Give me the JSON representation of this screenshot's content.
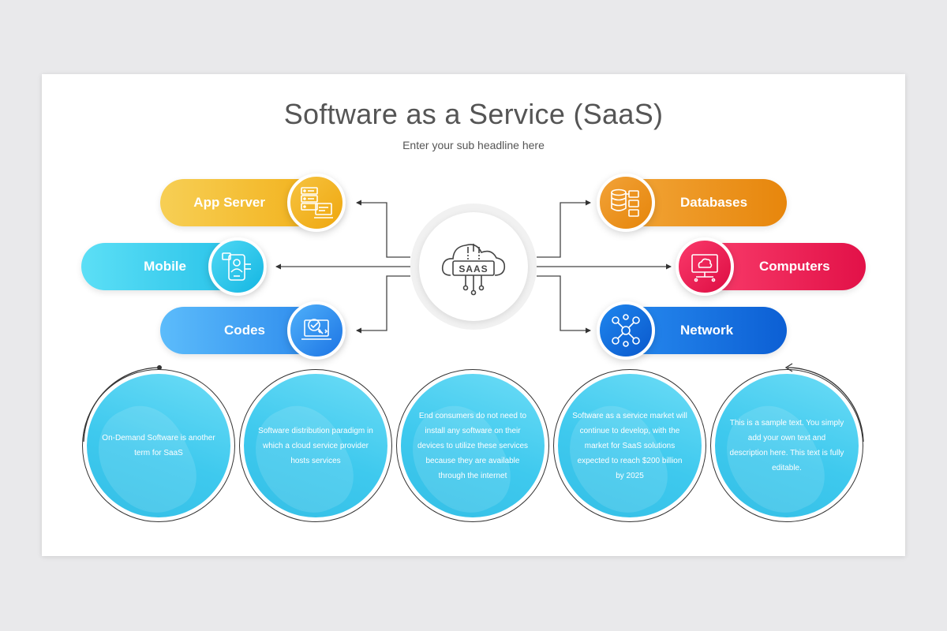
{
  "title": "Software as a Service (SaaS)",
  "subtitle": "Enter your sub headline here",
  "hub": {
    "label": "SAAS",
    "icon": "cloud-saas-icon"
  },
  "left_items": [
    {
      "label": "App Server",
      "icon": "server-icon",
      "color_start": "#f6c84a",
      "color_end": "#f1ad12"
    },
    {
      "label": "Mobile",
      "icon": "mobile-user-icon",
      "color_start": "#57dcf5",
      "color_end": "#1fbde6"
    },
    {
      "label": "Codes",
      "icon": "code-laptop-icon",
      "color_start": "#57b8fb",
      "color_end": "#2582ea"
    }
  ],
  "right_items": [
    {
      "label": "Databases",
      "icon": "database-icon",
      "color_start": "#f2a43a",
      "color_end": "#ea8a0f"
    },
    {
      "label": "Computers",
      "icon": "computer-cloud-icon",
      "color_start": "#fb3e6e",
      "color_end": "#e4124a"
    },
    {
      "label": "Network",
      "icon": "network-icon",
      "color_start": "#1f8af0",
      "color_end": "#0e64d8"
    }
  ],
  "bubbles": [
    {
      "text": "On-Demand Software is another term for SaaS"
    },
    {
      "text": "Software distribution paradigm in which a cloud service provider hosts services"
    },
    {
      "text": "End consumers do not need to install any software on their devices to utilize these services because they are available through the internet"
    },
    {
      "text": "Software as a service market will continue to develop, with the market for SaaS solutions expected to reach $200 billion by 2025"
    },
    {
      "text": "This is a sample text. You simply add your own text and description here. This text is fully editable."
    }
  ]
}
